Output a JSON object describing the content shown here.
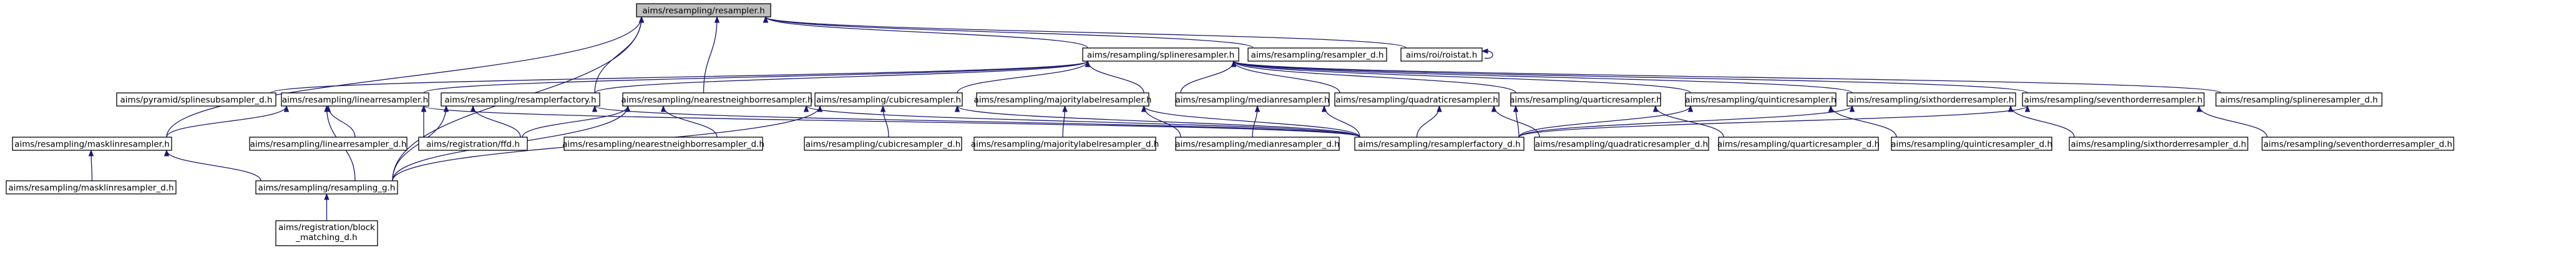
{
  "nodes": [
    {
      "id": "resampler",
      "lines": [
        "aims/resampling/resampler.h"
      ]
    },
    {
      "id": "splineresampler",
      "lines": [
        "aims/resampling/splineresampler.h"
      ]
    },
    {
      "id": "resampler_d",
      "lines": [
        "aims/resampling/resampler_d.h"
      ]
    },
    {
      "id": "roistat",
      "lines": [
        "aims/roi/roistat.h"
      ]
    },
    {
      "id": "pyramid",
      "lines": [
        "aims/pyramid/splinesubsampler_d.h"
      ]
    },
    {
      "id": "linearresampler",
      "lines": [
        "aims/resampling/linearresampler.h"
      ]
    },
    {
      "id": "resamplerfactory",
      "lines": [
        "aims/resampling/resamplerfactory.h"
      ]
    },
    {
      "id": "nearestneighbor",
      "lines": [
        "aims/resampling/nearestneighborresampler.h"
      ]
    },
    {
      "id": "cubic",
      "lines": [
        "aims/resampling/cubicresampler.h"
      ]
    },
    {
      "id": "majority",
      "lines": [
        "aims/resampling/majoritylabelresampler.h"
      ]
    },
    {
      "id": "median",
      "lines": [
        "aims/resampling/medianresampler.h"
      ]
    },
    {
      "id": "quadratic",
      "lines": [
        "aims/resampling/quadraticresampler.h"
      ]
    },
    {
      "id": "quartic",
      "lines": [
        "aims/resampling/quarticresampler.h"
      ]
    },
    {
      "id": "quintic",
      "lines": [
        "aims/resampling/quinticresampler.h"
      ]
    },
    {
      "id": "sixthorder",
      "lines": [
        "aims/resampling/sixthorderresampler.h"
      ]
    },
    {
      "id": "seventhorder",
      "lines": [
        "aims/resampling/seventhorderresampler.h"
      ]
    },
    {
      "id": "spline_d",
      "lines": [
        "aims/resampling/splineresampler_d.h"
      ]
    },
    {
      "id": "masklin",
      "lines": [
        "aims/resampling/masklinresampler.h"
      ]
    },
    {
      "id": "linear_d",
      "lines": [
        "aims/resampling/linearresampler_d.h"
      ]
    },
    {
      "id": "ffd",
      "lines": [
        "aims/registration/ffd.h"
      ]
    },
    {
      "id": "nearest_d",
      "lines": [
        "aims/resampling/nearestneighborresampler_d.h"
      ]
    },
    {
      "id": "cubic_d",
      "lines": [
        "aims/resampling/cubicresampler_d.h"
      ]
    },
    {
      "id": "majority_d",
      "lines": [
        "aims/resampling/majoritylabelresampler_d.h"
      ]
    },
    {
      "id": "median_d",
      "lines": [
        "aims/resampling/medianresampler_d.h"
      ]
    },
    {
      "id": "factory_d",
      "lines": [
        "aims/resampling/resamplerfactory_d.h"
      ]
    },
    {
      "id": "quadratic_d",
      "lines": [
        "aims/resampling/quadraticresampler_d.h"
      ]
    },
    {
      "id": "quartic_d",
      "lines": [
        "aims/resampling/quarticresampler_d.h"
      ]
    },
    {
      "id": "quintic_d",
      "lines": [
        "aims/resampling/quinticresampler_d.h"
      ]
    },
    {
      "id": "sixth_d",
      "lines": [
        "aims/resampling/sixthorderresampler_d.h"
      ]
    },
    {
      "id": "seventh_d",
      "lines": [
        "aims/resampling/seventhorderresampler_d.h"
      ]
    },
    {
      "id": "masklin_d",
      "lines": [
        "aims/resampling/masklinresampler_d.h"
      ]
    },
    {
      "id": "resampling_g",
      "lines": [
        "aims/resampling/resampling_g.h"
      ]
    },
    {
      "id": "block",
      "lines": [
        "aims/registration/block",
        "_matching_d.h"
      ]
    }
  ],
  "edges": [
    [
      "resampler",
      "splineresampler"
    ],
    [
      "resampler",
      "resampler_d"
    ],
    [
      "resampler",
      "roistat"
    ],
    [
      "resampler",
      "masklin"
    ],
    [
      "resampler",
      "resamplerfactory"
    ],
    [
      "resampler",
      "nearestneighbor"
    ],
    [
      "resampler",
      "resampling_g"
    ],
    [
      "roistat",
      "roistat"
    ],
    [
      "splineresampler",
      "pyramid"
    ],
    [
      "splineresampler",
      "linearresampler"
    ],
    [
      "splineresampler",
      "resamplerfactory"
    ],
    [
      "splineresampler",
      "cubic"
    ],
    [
      "splineresampler",
      "majority"
    ],
    [
      "splineresampler",
      "median"
    ],
    [
      "splineresampler",
      "quadratic"
    ],
    [
      "splineresampler",
      "quartic"
    ],
    [
      "splineresampler",
      "quintic"
    ],
    [
      "splineresampler",
      "sixthorder"
    ],
    [
      "splineresampler",
      "seventhorder"
    ],
    [
      "splineresampler",
      "spline_d"
    ],
    [
      "linearresampler",
      "masklin"
    ],
    [
      "linearresampler",
      "linear_d"
    ],
    [
      "linearresampler",
      "ffd"
    ],
    [
      "linearresampler",
      "factory_d"
    ],
    [
      "linearresampler",
      "resampling_g"
    ],
    [
      "resamplerfactory",
      "ffd"
    ],
    [
      "resamplerfactory",
      "factory_d"
    ],
    [
      "resamplerfactory",
      "resampling_g"
    ],
    [
      "nearestneighbor",
      "ffd"
    ],
    [
      "nearestneighbor",
      "nearest_d"
    ],
    [
      "nearestneighbor",
      "factory_d"
    ],
    [
      "nearestneighbor",
      "resampling_g"
    ],
    [
      "cubic",
      "cubic_d"
    ],
    [
      "cubic",
      "factory_d"
    ],
    [
      "cubic",
      "resampling_g"
    ],
    [
      "majority",
      "majority_d"
    ],
    [
      "majority",
      "median_d"
    ],
    [
      "majority",
      "factory_d"
    ],
    [
      "median",
      "median_d"
    ],
    [
      "median",
      "factory_d"
    ],
    [
      "quadratic",
      "quadratic_d"
    ],
    [
      "quadratic",
      "factory_d"
    ],
    [
      "quartic",
      "quartic_d"
    ],
    [
      "quartic",
      "factory_d"
    ],
    [
      "quintic",
      "quintic_d"
    ],
    [
      "quintic",
      "factory_d"
    ],
    [
      "sixthorder",
      "sixth_d"
    ],
    [
      "sixthorder",
      "factory_d"
    ],
    [
      "seventhorder",
      "seventh_d"
    ],
    [
      "seventhorder",
      "factory_d"
    ],
    [
      "masklin",
      "masklin_d"
    ],
    [
      "masklin",
      "resampling_g"
    ],
    [
      "resampling_g",
      "block"
    ]
  ]
}
